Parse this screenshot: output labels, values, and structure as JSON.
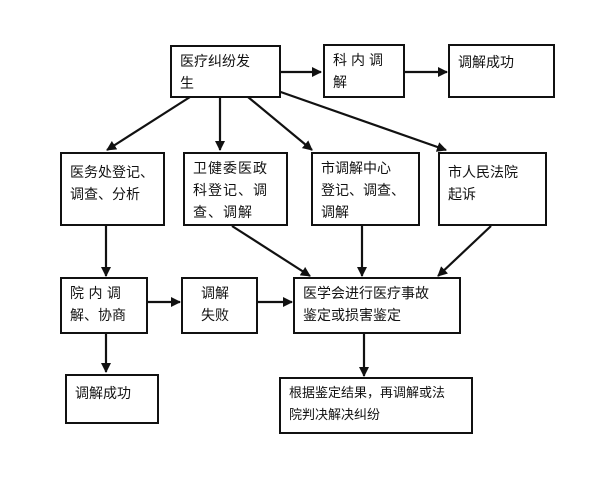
{
  "nodes": {
    "occur": "医疗纠纷发\n生",
    "dept_mediation": "科内调\n解",
    "success_top": "调解成功",
    "medical_office": "医务处登记、\n调查、分析",
    "health_commission": "卫健委医政\n科登记、调\n查、调解",
    "city_center": "市调解中心\n登记、调查、\n调解",
    "court": "市人民法院\n起诉",
    "hospital_mediation": "院 内 调\n解、协商",
    "mediation_fail": "调解\n失败",
    "appraisal": "医学会进行医疗事故\n鉴定或损害鉴定",
    "success_bottom": "调解成功",
    "final": "根据鉴定结果，再调解或法\n院判决解决纠纷"
  },
  "colors": {
    "stroke": "#111111",
    "background": "#ffffff"
  }
}
